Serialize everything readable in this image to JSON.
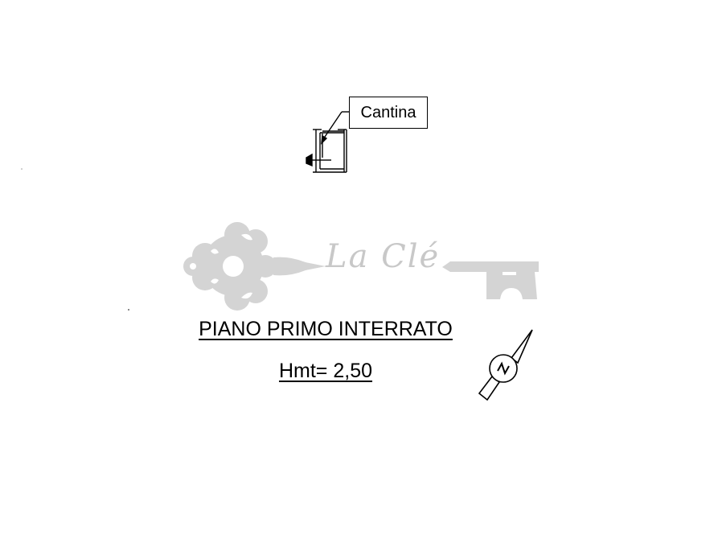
{
  "drawing": {
    "room_label": "Cantina",
    "floor_title": "PIANO PRIMO INTERRATO",
    "height_label": "Hmt= 2,50",
    "north_arrow_letter": "N"
  },
  "watermark": {
    "brand_text": "La Clé",
    "icon": "key-icon",
    "color": "#d3d3d3"
  },
  "colors": {
    "line": "#000000",
    "background": "#ffffff",
    "watermark": "#d3d3d3"
  }
}
